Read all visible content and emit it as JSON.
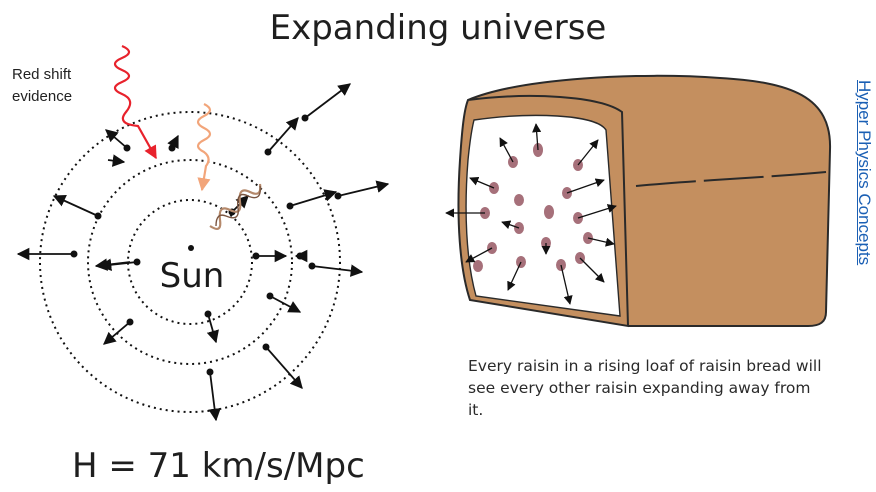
{
  "title": "Expanding universe",
  "redshift_label": "Red shift evidence",
  "sun_label": "Sun",
  "hubble_constant": "H = 71 km/s/Mpc",
  "caption": "Every raisin in a rising loaf of raisin bread will see every other raisin expanding away from it.",
  "side_link": "Hyper Physics Concepts",
  "colors": {
    "bread_crust": "#c48f5f",
    "crust_outline": "#2a2a2a",
    "raisin": "#a6707a",
    "redshift_red": "#e8222c",
    "redshift_light": "#f2a57a",
    "wave_brown": "#b5896b",
    "link": "#1a5fb4"
  },
  "icons": [
    "arrow-icon",
    "wave-icon",
    "bread-icon",
    "raisin-icon"
  ]
}
